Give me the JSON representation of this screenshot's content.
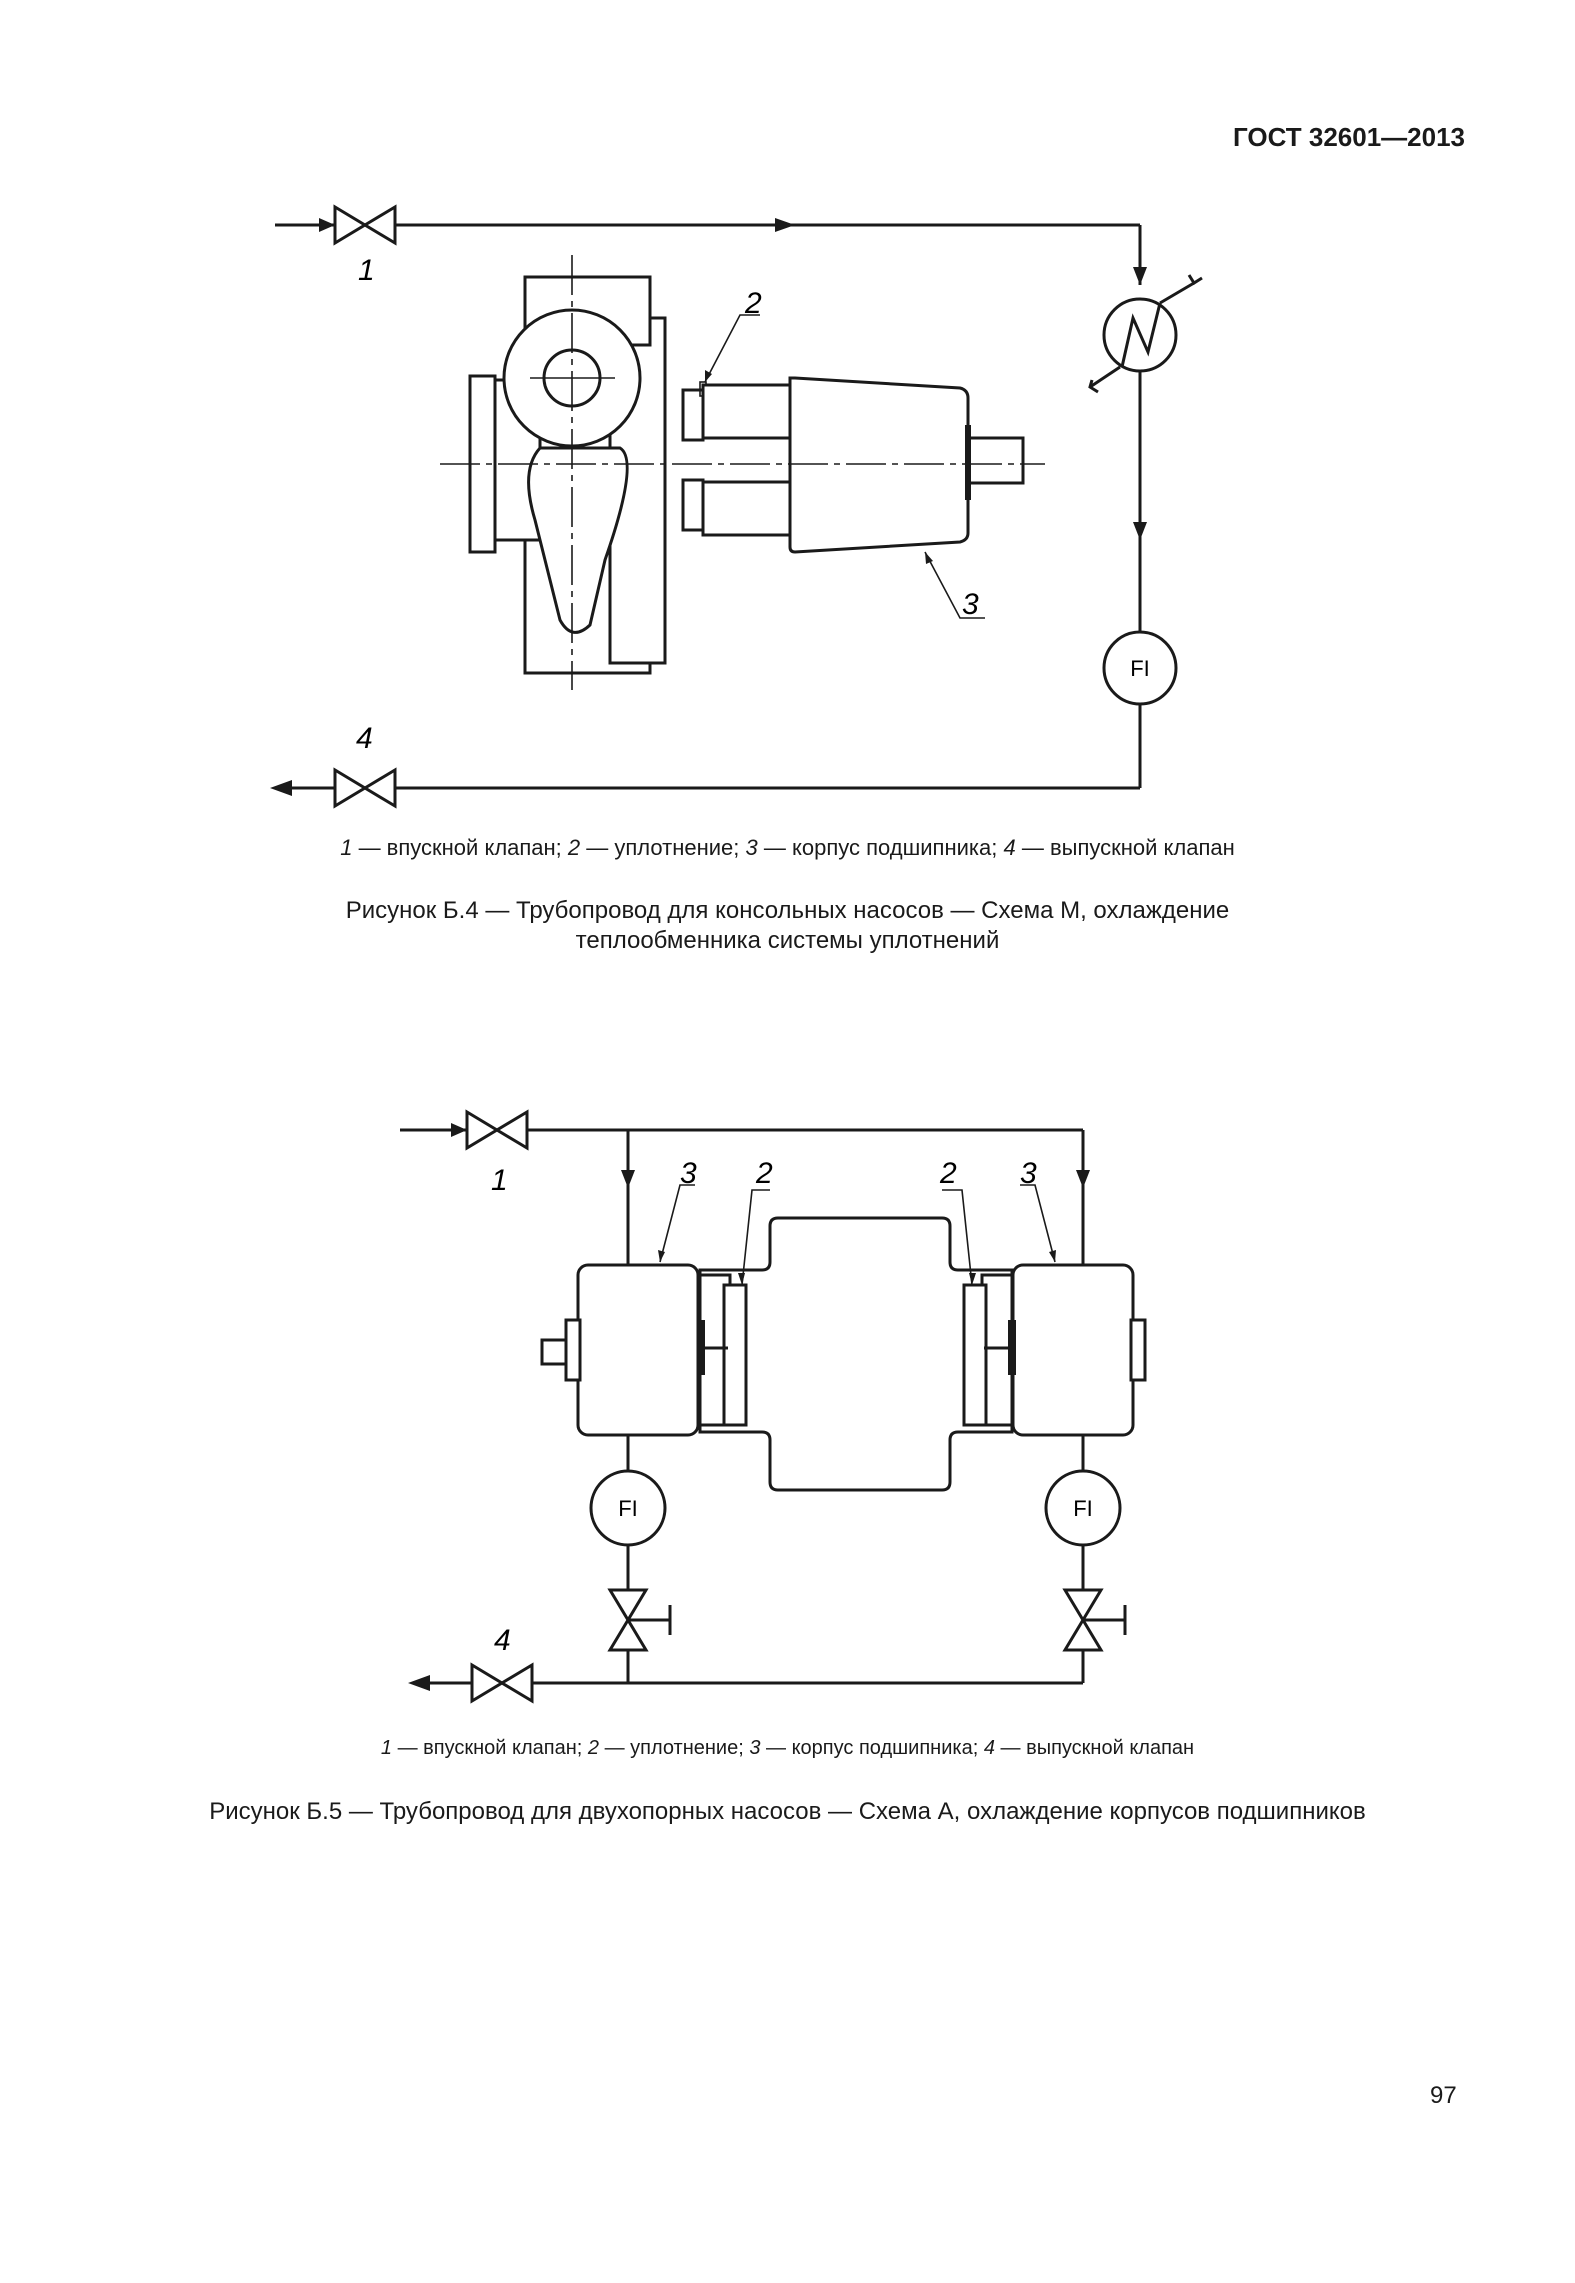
{
  "header": {
    "standard": "ГОСТ 32601—2013"
  },
  "figure_b4": {
    "labels": {
      "n1": "1",
      "n2": "2",
      "n3": "3",
      "n4": "4"
    },
    "instrument": "FI",
    "legend": {
      "n1": "1",
      "t1": " — впускной клапан; ",
      "n2": "2",
      "t2": " — уплотнение; ",
      "n3": "3",
      "t3": " — корпус подшипника; ",
      "n4": "4",
      "t4": " — выпускной клапан"
    },
    "caption_line1": "Рисунок Б.4 — Трубопровод для консольных насосов — Схема М, охлаждение",
    "caption_line2": "теплообменника системы уплотнений"
  },
  "figure_b5": {
    "labels": {
      "n1": "1",
      "n2a": "2",
      "n2b": "2",
      "n3a": "3",
      "n3b": "3",
      "n4": "4"
    },
    "instrument_left": "FI",
    "instrument_right": "FI",
    "legend": {
      "n1": "1",
      "t1": " — впускной клапан; ",
      "n2": "2",
      "t2": " — уплотнение; ",
      "n3": "3",
      "t3": " — корпус подшипника; ",
      "n4": "4",
      "t4": " — выпускной клапан"
    },
    "caption": "Рисунок Б.5 — Трубопровод для двухопорных насосов — Схема А, охлаждение корпусов подшипников"
  },
  "page_number": "97"
}
